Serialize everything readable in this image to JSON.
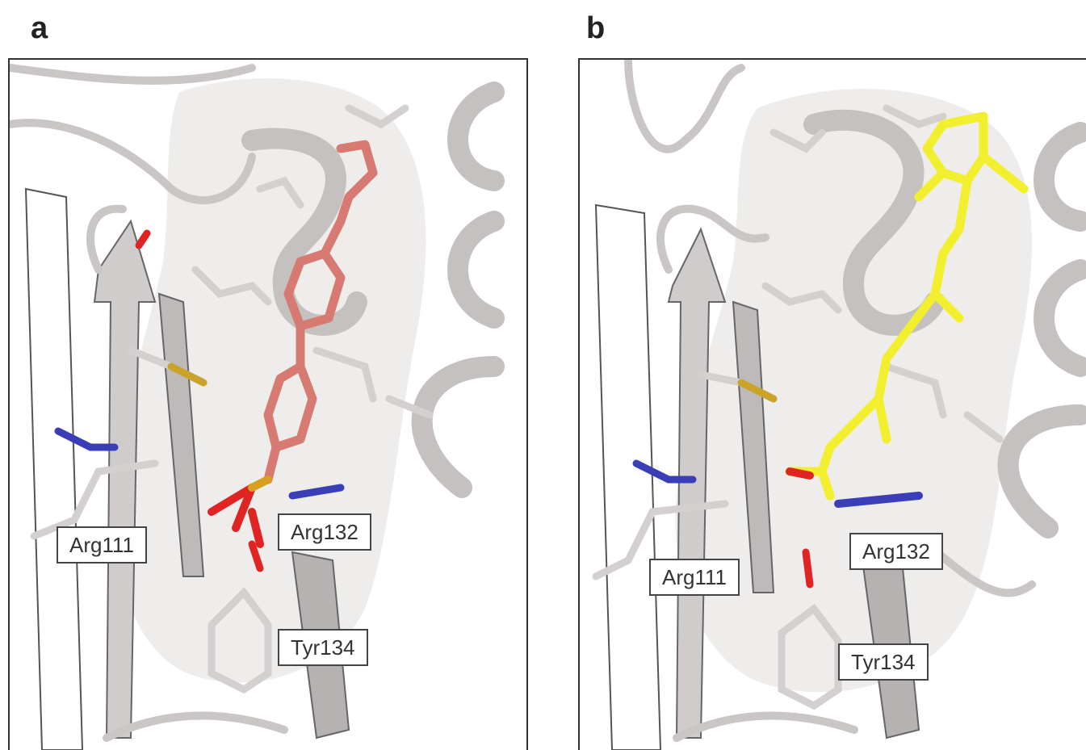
{
  "panels": [
    {
      "letter": "a",
      "ligand_color": "#d77a72",
      "labels": {
        "arg111": "Arg111",
        "arg132": "Arg132",
        "tyr134": "Tyr134"
      }
    },
    {
      "letter": "b",
      "ligand_color": "#f2ef2e",
      "labels": {
        "arg111": "Arg111",
        "arg132": "Arg132",
        "tyr134": "Tyr134"
      }
    }
  ],
  "colors": {
    "protein": "#c9c6c5",
    "surface": "#ecebea",
    "nitrogen": "#3a3fb8",
    "oxygen": "#e02424",
    "sulfur": "#c9a32a",
    "phosphorus": "#d8a020"
  }
}
